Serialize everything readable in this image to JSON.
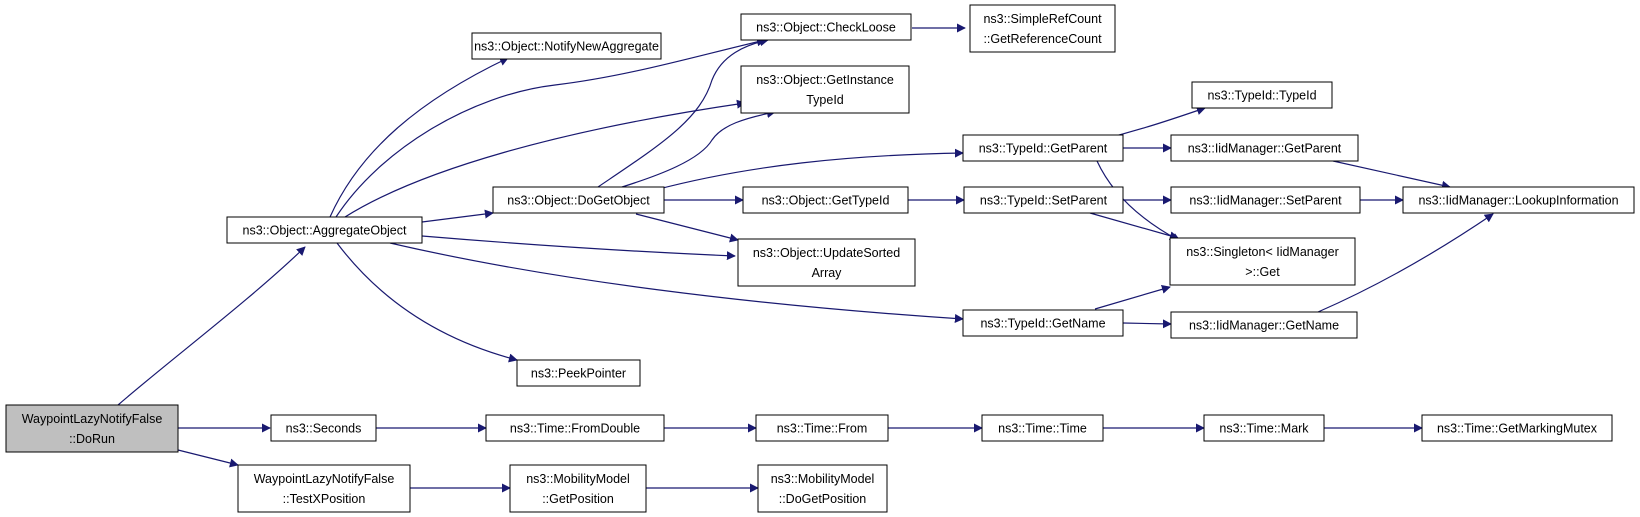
{
  "colors": {
    "edge": "#191970",
    "node_border": "#000000",
    "node_fill": "#ffffff",
    "root_fill": "#bfbfbf"
  },
  "nodes": {
    "root": [
      "WaypointLazyNotifyFalse",
      "::DoRun"
    ],
    "aggregate_object": [
      "ns3::Object::AggregateObject"
    ],
    "notify_new_aggregate": [
      "ns3::Object::NotifyNewAggregate"
    ],
    "check_loose": [
      "ns3::Object::CheckLoose"
    ],
    "get_reference_count": [
      "ns3::SimpleRefCount",
      "::GetReferenceCount"
    ],
    "get_instance_type_id": [
      "ns3::Object::GetInstance",
      "TypeId"
    ],
    "do_get_object": [
      "ns3::Object::DoGetObject"
    ],
    "update_sorted_array": [
      "ns3::Object::UpdateSorted",
      "Array"
    ],
    "peek_pointer": [
      "ns3::PeekPointer"
    ],
    "object_get_type_id": [
      "ns3::Object::GetTypeId"
    ],
    "typeid_typeid": [
      "ns3::TypeId::TypeId"
    ],
    "typeid_get_parent": [
      "ns3::TypeId::GetParent"
    ],
    "typeid_set_parent": [
      "ns3::TypeId::SetParent"
    ],
    "typeid_get_name": [
      "ns3::TypeId::GetName"
    ],
    "iid_get_parent": [
      "ns3::IidManager::GetParent"
    ],
    "iid_set_parent": [
      "ns3::IidManager::SetParent"
    ],
    "iid_get_name": [
      "ns3::IidManager::GetName"
    ],
    "iid_lookup_information": [
      "ns3::IidManager::LookupInformation"
    ],
    "singleton_get": [
      "ns3::Singleton< IidManager",
      " >::Get"
    ],
    "seconds": [
      "ns3::Seconds"
    ],
    "time_from_double": [
      "ns3::Time::FromDouble"
    ],
    "time_from": [
      "ns3::Time::From"
    ],
    "time_time": [
      "ns3::Time::Time"
    ],
    "time_mark": [
      "ns3::Time::Mark"
    ],
    "time_get_marking_mutex": [
      "ns3::Time::GetMarkingMutex"
    ],
    "test_x_position": [
      "WaypointLazyNotifyFalse",
      "::TestXPosition"
    ],
    "mobility_get_position": [
      "ns3::MobilityModel",
      "::GetPosition"
    ],
    "mobility_do_get_position": [
      "ns3::MobilityModel",
      "::DoGetPosition"
    ]
  }
}
